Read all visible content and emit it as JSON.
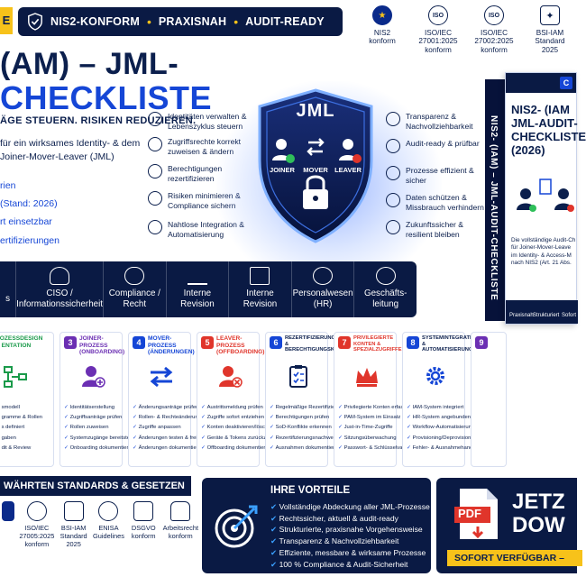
{
  "top": {
    "corner_letter": "E",
    "tags": [
      "NIS2-KONFORM",
      "PRAXISNAH",
      "AUDIT-READY"
    ],
    "separator": "•"
  },
  "badges": [
    {
      "icon": "eu-stars-icon",
      "label": "NIS2\nkonform"
    },
    {
      "icon": "iso-icon",
      "label": "ISO/IEC\n27001:2025\nkonform"
    },
    {
      "icon": "iso-icon",
      "label": "ISO/IEC\n27002:2025\nkonform"
    },
    {
      "icon": "eagle-icon",
      "label": "BSI-IAM\nStandard\n2025"
    }
  ],
  "hero": {
    "line1": "(AM) – JML-",
    "line2": "CHECKLISTE",
    "sub": "ÄGE STEUERN. RISIKEN REDUZIEREN.",
    "intro": "für ein wirksames Identity- & dem Joiner-Mover-Leaver (JML)",
    "bullets": [
      "rien",
      "(Stand: 2026)",
      "rt einsetzbar",
      "ertifizierungen"
    ]
  },
  "features_left": [
    "Identitäten verwalten & Lebenszyklus steuern",
    "Zugriffsrechte korrekt zuweisen & ändern",
    "Berechtigungen rezertifizieren",
    "Risiken minimieren & Compliance sichern",
    "Nahtlose Integration & Automatisierung"
  ],
  "shield": {
    "title": "JML",
    "roles": [
      "JOINER",
      "MOVER",
      "LEAVER"
    ]
  },
  "features_right": [
    "Transparenz & Nachvollziehbarkeit",
    "Audit-ready & prüfbar",
    "Prozesse effizient & sicher",
    "Daten schützen & Missbrauch verhindern",
    "Zukunftssicher & resilient bleiben"
  ],
  "book": {
    "spine": "NIS2- (IAM) – JML-AUDIT-CHECKLISTE",
    "title_lines": [
      "NIS2- (IAM",
      "JML-AUDIT-",
      "CHECKLISTE",
      "(2026)"
    ],
    "badge": "C",
    "desc_lines": [
      "Die vollständige Audit-Ch",
      "für Joiner-Mover-Leave",
      "im Identity- & Access-M",
      "nach NIS2 (Art. 21 Abs."
    ],
    "footer": [
      "Praxisnah",
      "Strukturiert",
      "Sofort"
    ]
  },
  "audience": [
    {
      "icon": "person-icon",
      "label": "s"
    },
    {
      "icon": "ciso-icon",
      "label": "CISO /\nInformationssicherheit"
    },
    {
      "icon": "cloud-icon",
      "label": "Compliance /\nRecht"
    },
    {
      "icon": "scales-icon",
      "label": "Interne\nRevision"
    },
    {
      "icon": "document-search-icon",
      "label": "Interne\nRevision"
    },
    {
      "icon": "people-icon",
      "label": "Personalwesen\n(HR)"
    },
    {
      "icon": "team-icon",
      "label": "Geschäfts-\nleitung"
    }
  ],
  "cards": [
    {
      "num": "",
      "color": "#1a9a4a",
      "title": "ROZESSDESIGN & ENTATION",
      "icon": "flow-icon",
      "items": [
        "smodell",
        "gramme & Rollen",
        "s definiert",
        "gaben",
        "dit & Review"
      ]
    },
    {
      "num": "3",
      "color": "#6b2fb3",
      "title": "JOINER-PROZESS (ONBOARDING)",
      "icon": "user-add-icon",
      "items": [
        "Identitätserstellung",
        "Zugriffsanträge prüfen",
        "Rollen zuweisen",
        "Systemzugänge bereitstellen",
        "Onboarding dokumentieren"
      ]
    },
    {
      "num": "4",
      "color": "#1546d6",
      "title": "MOVER-PROZESS (ÄNDERUNGEN)",
      "icon": "arrows-icon",
      "items": [
        "Änderungsanträge prüfen",
        "Rollen- & Rechteänderung",
        "Zugriffe anpassen",
        "Änderungen testen & freigeben",
        "Änderungen dokumentieren"
      ]
    },
    {
      "num": "5",
      "color": "#e0352b",
      "title": "LEAVER-PROZESS (OFFBOARDING)",
      "icon": "user-remove-icon",
      "items": [
        "Austrittsmeldung prüfen",
        "Zugriffe sofort entziehen",
        "Konten deaktivieren/löschen",
        "Geräte & Tokens zurückziehen",
        "Offboarding dokumentieren"
      ]
    },
    {
      "num": "6",
      "color": "#1546d6",
      "title": "REZERTIFIZIERUNG & BERECHTIGUNGSKONTROLLE",
      "icon": "clipboard-icon",
      "items": [
        "Regelmäßige Rezertifizierung",
        "Berechtigungen prüfen",
        "SoD-Konflikte erkennen",
        "Rezertifizierungsnachweise",
        "Ausnahmen dokumentieren"
      ]
    },
    {
      "num": "7",
      "color": "#e0352b",
      "title": "PRIVILEGIERTE KONTEN & SPEZIALZUGRIFFE",
      "icon": "crown-icon",
      "items": [
        "Privilegierte Konten erfassen",
        "PAM-System im Einsatz",
        "Just-in-Time-Zugriffe",
        "Sitzungsüberwachung",
        "Passwort- & Schlüsselvault"
      ]
    },
    {
      "num": "8",
      "color": "#1546d6",
      "title": "SYSTEMINTEGRATION & AUTOMATISIERUNG",
      "icon": "gear-icon",
      "items": [
        "IAM-System integriert",
        "HR-System angebunden",
        "Workflow-Automatisierung",
        "Provisioning/Deprovisioning",
        "Fehler- & Ausnahmehandling"
      ]
    },
    {
      "num": "9",
      "color": "#6b2fb3",
      "title": "",
      "icon": "",
      "items": []
    }
  ],
  "standards": {
    "title": "WÄHRTEN STANDARDS & GESETZEN",
    "items": [
      {
        "icon": "eu-stars-icon",
        "label": ""
      },
      {
        "icon": "iso-icon",
        "label": "ISO/IEC\n27005:2025\nkonform"
      },
      {
        "icon": "eagle-icon",
        "label": "BSI-IAM\nStandard\n2025"
      },
      {
        "icon": "enisa-icon",
        "label": "ENISA\nGuidelines"
      },
      {
        "icon": "court-icon",
        "label": "DSGVO\nkonform"
      },
      {
        "icon": "lock-icon",
        "label": "Arbeitsrecht\nkonform"
      }
    ]
  },
  "advantages": {
    "title": "IHRE VORTEILE",
    "items": [
      "Vollständige Abdeckung aller JML-Prozesse",
      "Rechtssicher, aktuell & audit-ready",
      "Strukturierte, praxisnahe Vorgehensweise",
      "Transparenz & Nachvollziehbarkeit",
      "Effiziente, messbare & wirksame Prozesse",
      "100 % Compliance & Audit-Sicherheit"
    ]
  },
  "cta": {
    "pdf_label": "PDF",
    "headline_lines": [
      "JETZ",
      "DOW"
    ],
    "sub": "SOFORT VERFÜGBAR –"
  },
  "colors": {
    "navy": "#0a1a44",
    "blue": "#1546d6",
    "yellow": "#f7c21a",
    "red": "#e0352b"
  }
}
